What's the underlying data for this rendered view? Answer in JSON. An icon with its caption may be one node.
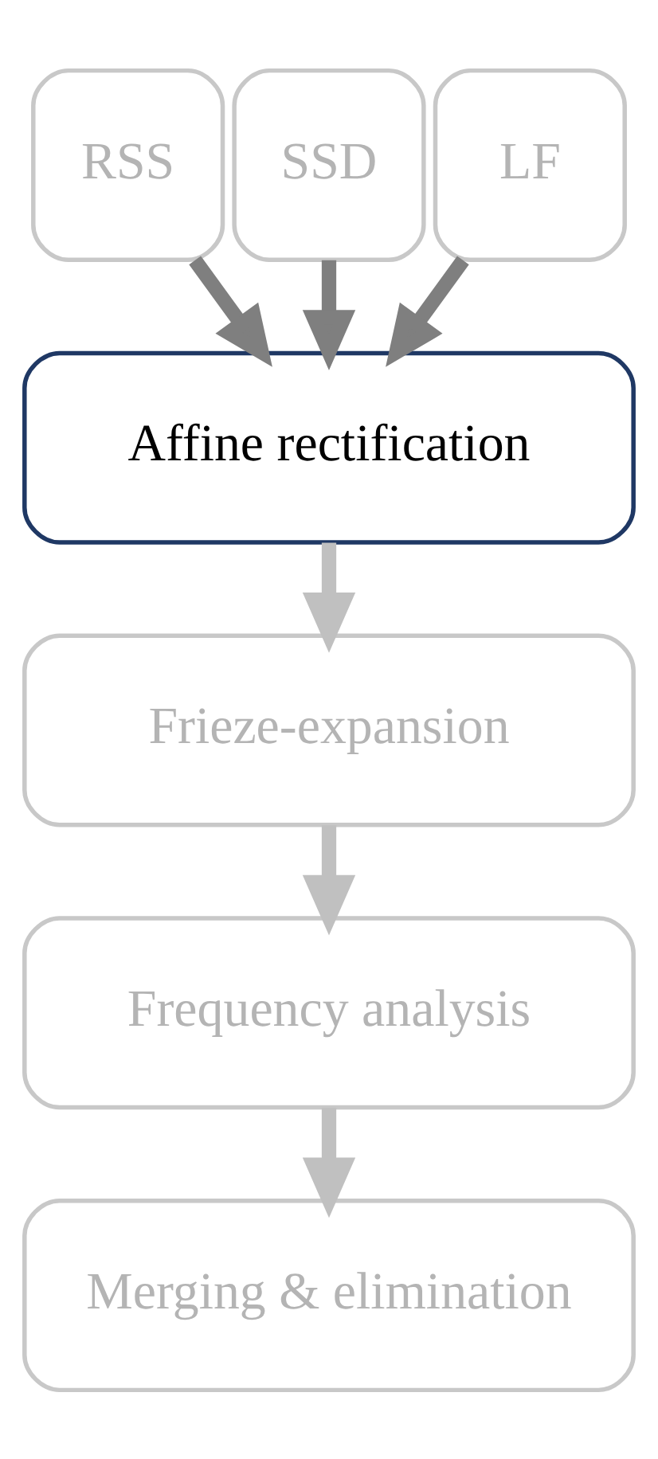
{
  "diagram": {
    "nodes": [
      {
        "text": [
          "RSS"
        ]
      },
      {
        "text": [
          "SSD"
        ]
      },
      {
        "text": [
          "LF"
        ]
      },
      {
        "text": [
          "Affine rectification"
        ]
      },
      {
        "text": [
          "Frieze-expansion"
        ]
      },
      {
        "text": [
          "Frequency analysis"
        ]
      },
      {
        "text": [
          "Merging & elimination"
        ]
      }
    ],
    "edges": [
      {
        "from": 0,
        "to": 3,
        "arrow": "to",
        "color": "#7f7f7f"
      },
      {
        "from": 1,
        "to": 3,
        "arrow": "to",
        "color": "#7f7f7f"
      },
      {
        "from": 2,
        "to": 3,
        "arrow": "to",
        "color": "#7f7f7f"
      },
      {
        "from": 3,
        "to": 4,
        "arrow": "to",
        "color": "#c0c0c0"
      },
      {
        "from": 4,
        "to": 5,
        "arrow": "to",
        "color": "#c0c0c0"
      },
      {
        "from": 5,
        "to": 6,
        "arrow": "to",
        "color": "#c0c0c0"
      }
    ]
  }
}
